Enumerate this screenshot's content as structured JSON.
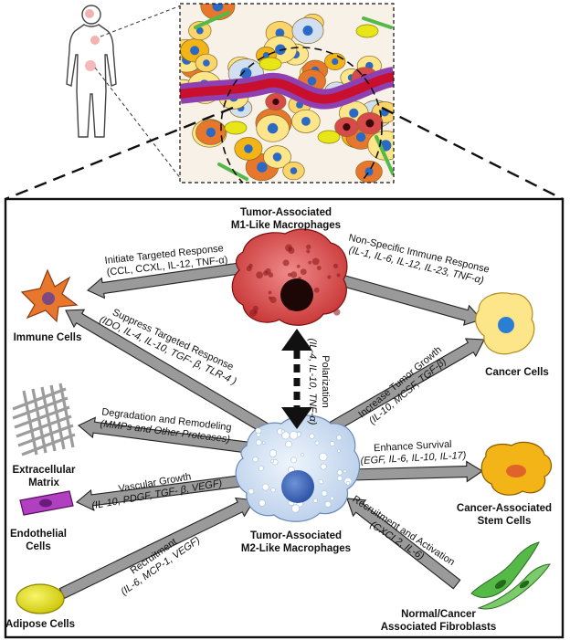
{
  "macrophages": {
    "m1": {
      "line1": "Tumor-Associated",
      "line2": "M1-Like Macrophages"
    },
    "m2": {
      "line1": "Tumor-Associated",
      "line2": "M2-Like Macrophages"
    }
  },
  "polarization": {
    "title": "Polarization",
    "factors": "(IL-4, IL-10, TNF-α)"
  },
  "targets": {
    "immune": "Immune Cells",
    "cancer": "Cancer Cells",
    "ecm_line1": "Extracellular",
    "ecm_line2": "Matrix",
    "endo_line1": "Endothelial",
    "endo_line2": "Cells",
    "adipose": "Adipose Cells",
    "csc_line1": "Cancer-Associated",
    "csc_line2": "Stem Cells",
    "fib_line1": "Normal/Cancer",
    "fib_line2": "Associated Fibroblasts"
  },
  "arrows": {
    "initiate": {
      "title": "Initiate Targeted Response",
      "factors": "(CCL, CCXL, IL-12, TNF-α)"
    },
    "nonspecific": {
      "title": "Non-Specific Immune Response",
      "factors": "(IL-1, IL-6, IL-12, IL-23, TNF-α)"
    },
    "suppress": {
      "title": "Suppress Targeted Response",
      "factors": "(IDO, IL-4, IL-10, TGF- β, TLR-4 )"
    },
    "increase": {
      "title": "Increase Tumor Growth",
      "factors": "(IL-10, MCSF, TGF-β)"
    },
    "degradation": {
      "title": "Degradation and Remodeling",
      "factors": "(MMPs and Other Proteases)"
    },
    "survival": {
      "title": "Enhance Survival",
      "factors": "(EGF, IL-6, IL-10, IL-17)"
    },
    "vascular": {
      "title": "Vascular Growth",
      "factors": "(IL-10, PDGF, TGF- β, VEGF)"
    },
    "recruit_act": {
      "title": "Recruitment and Activation",
      "factors": "(CXCL2, IL-6)"
    },
    "recruitment": {
      "title": "Recruitment",
      "factors": "(IL-6, MCP-1, VEGF)"
    }
  },
  "colors": {
    "arrow_fill": "#9a9a9a",
    "m1_cell": "#d94b4b",
    "m2_cell": "#cfe0f3",
    "cancer_cell": "#fde58a",
    "immune_cell": "#e8772e",
    "vessel": "#c8102e",
    "vessel_wall": "#8e3fb0",
    "fibroblast": "#55b948",
    "adipose": "#e8e619"
  }
}
